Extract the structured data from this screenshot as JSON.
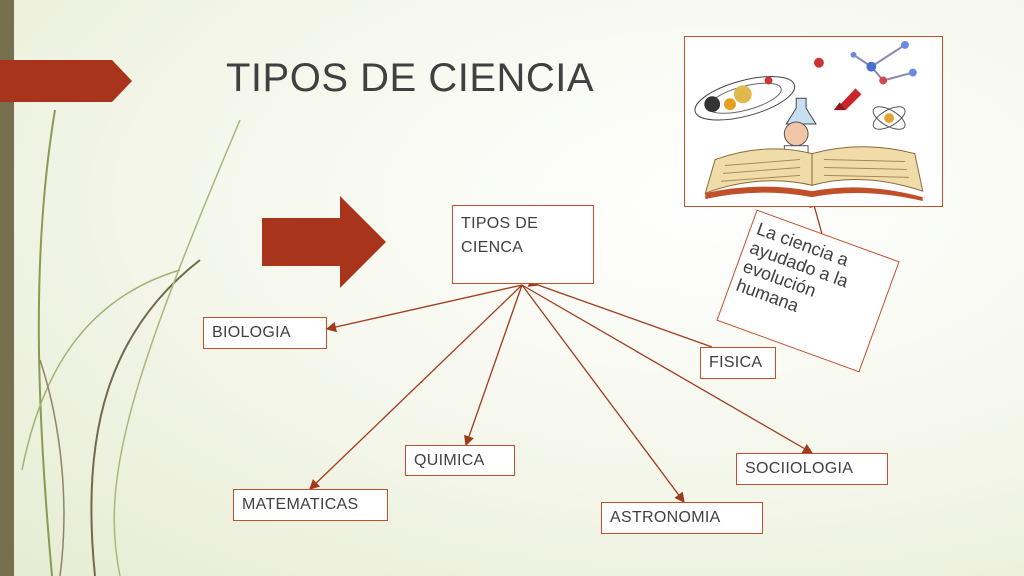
{
  "slide": {
    "title": "TIPOS DE CIENCIA"
  },
  "diagram": {
    "root": "TIPOS DE CIENCA",
    "branches": [
      "BIOLOGIA",
      "FISICA",
      "QUIMICA",
      "SOCIIOLOGIA",
      "MATEMATICAS",
      "ASTRONOMIA"
    ],
    "note": "La ciencia a ayudado a la evolución humana"
  },
  "illustration": {
    "subject": "science-book-icon"
  },
  "colors": {
    "accent": "#a8351b",
    "border": "#c0502a",
    "connector": "#a13a1c",
    "sidebar": "#77704f",
    "text": "#404040"
  }
}
